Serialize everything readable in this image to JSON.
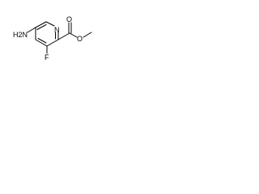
{
  "structure": {
    "atoms": {
      "amine": "H2N",
      "ring_nitrogen": "N",
      "fluorine": "F",
      "carbonyl_oxygen": "O",
      "ester_oxygen": "O"
    }
  }
}
